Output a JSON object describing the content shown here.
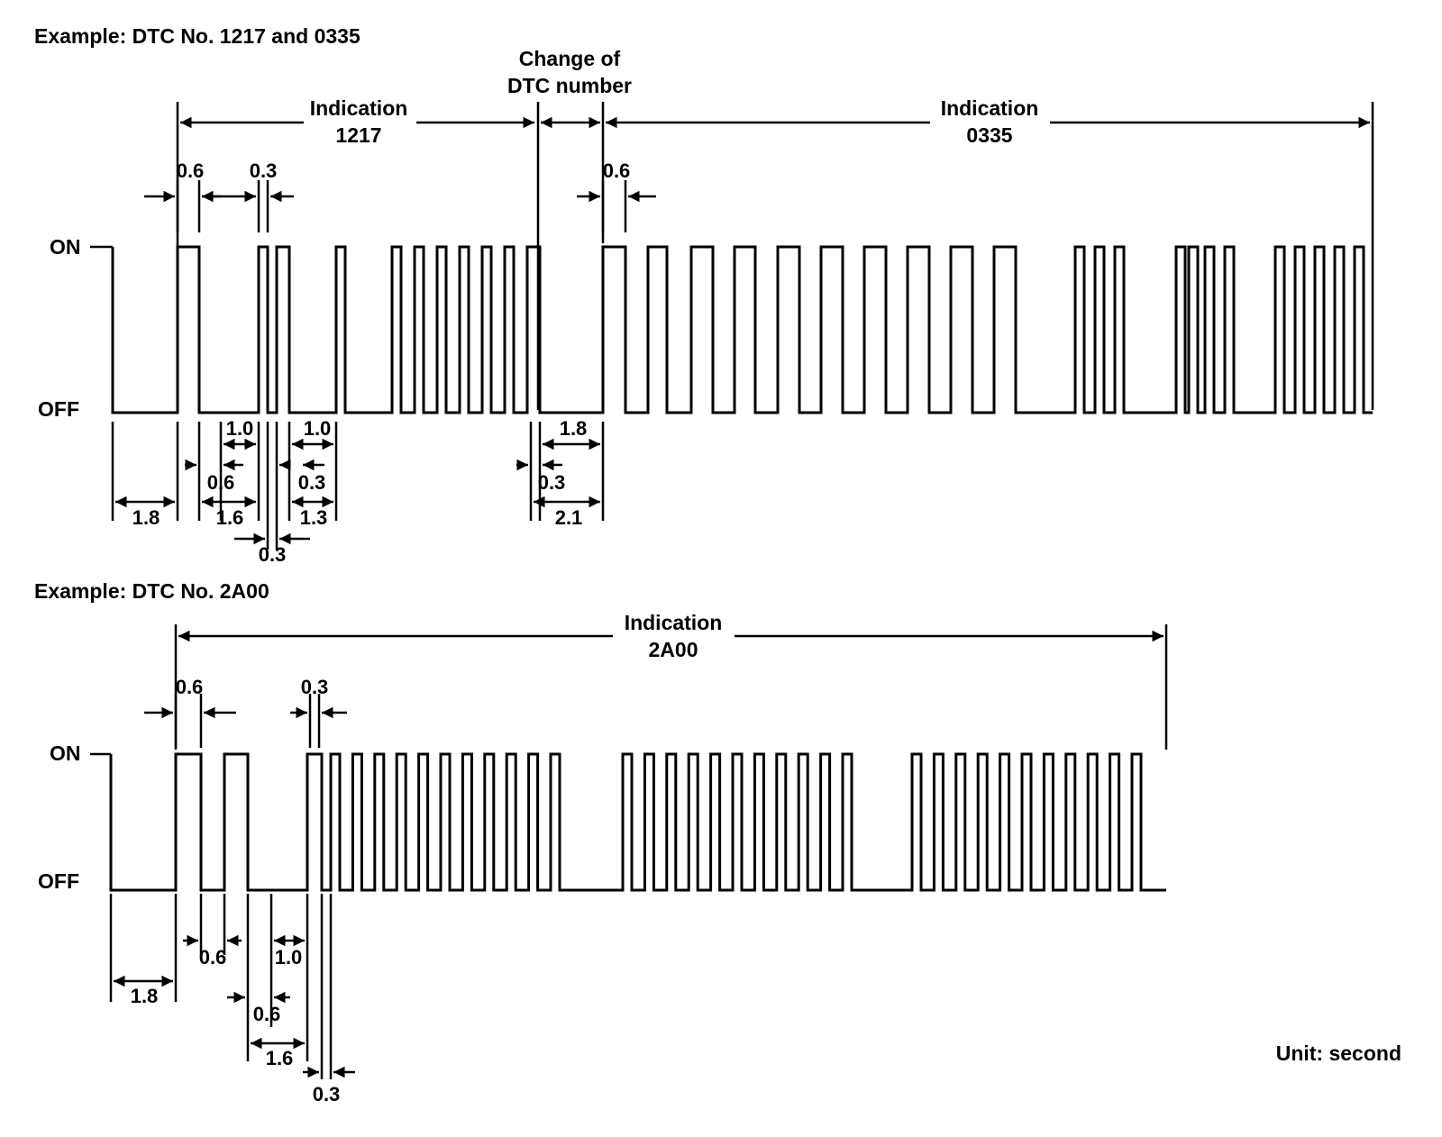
{
  "examples": [
    {
      "heading": "Example: DTC No. 1217 and 0335",
      "on_label": "ON",
      "off_label": "OFF",
      "indication_a": {
        "line1": "Indication",
        "line2": "1217"
      },
      "change": {
        "line1": "Change of",
        "line2": "DTC number"
      },
      "indication_b": {
        "line1": "Indication",
        "line2": "0335"
      },
      "top_dims": [
        "0.6",
        "0.3",
        "0.6"
      ],
      "bottom_dims": [
        "1.8",
        "0.6",
        "1.0",
        "1.6",
        "0.3",
        "1.0",
        "0.3",
        "1.3",
        "1.8",
        "0.3",
        "2.1"
      ]
    },
    {
      "heading": "Example: DTC No. 2A00",
      "on_label": "ON",
      "off_label": "OFF",
      "indication": {
        "line1": "Indication",
        "line2": "2A00"
      },
      "top_dims": [
        "0.6",
        "0.3"
      ],
      "bottom_dims": [
        "0.6",
        "1.0",
        "1.8",
        "0.6",
        "1.6",
        "0.3"
      ]
    }
  ],
  "unit_label": "Unit: second"
}
